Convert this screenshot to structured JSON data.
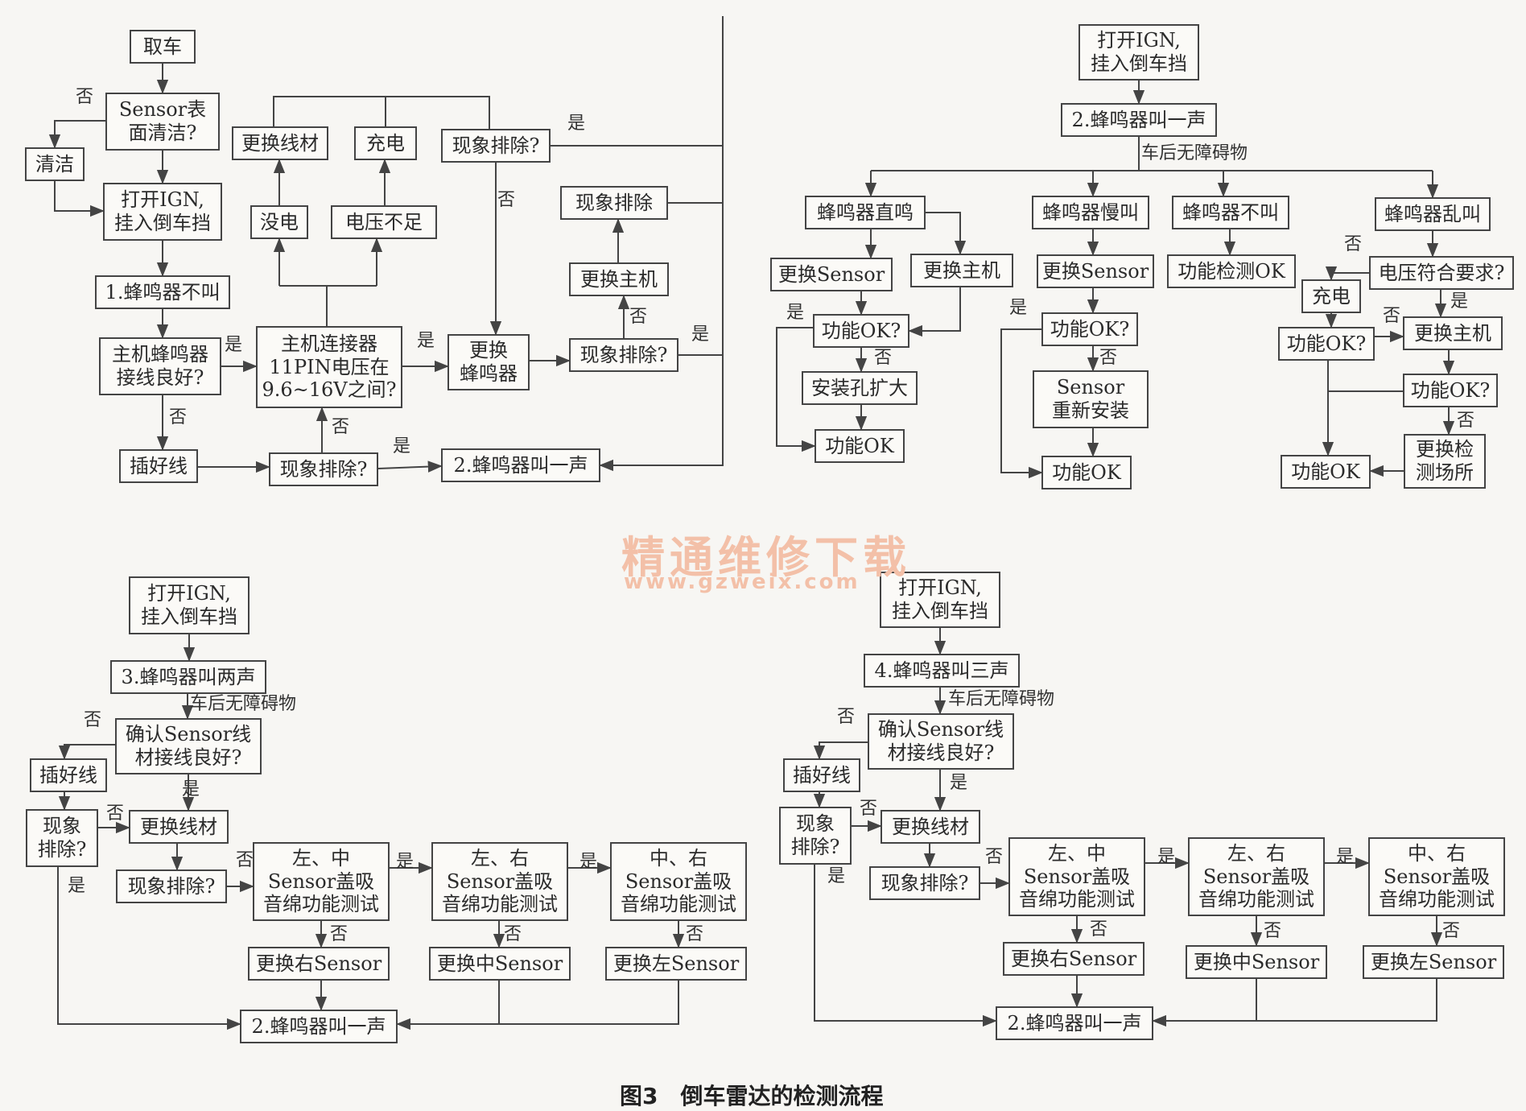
{
  "figure": {
    "caption": "图3　倒车雷达的检测流程",
    "watermark": "精通维修下载",
    "watermark_url": "www.gzweix.com"
  },
  "nodes": {
    "a1": "取车",
    "a2": "Sensor表\n面清洁?",
    "a3": "清洁",
    "a4": "打开IGN,\n挂入倒车挡",
    "a5": "1.蜂鸣器不叫",
    "a6": "主机蜂鸣器\n接线良好?",
    "a7": "插好线",
    "a8": "现象排除?",
    "a9": "2.蜂鸣器叫一声",
    "a10": "主机连接器\n11PIN电压在\n9.6~16V之间?",
    "a11": "没电",
    "a12": "电压不足",
    "a13": "更换线材",
    "a14": "充电",
    "a15": "现象排除?",
    "a16": "更换\n蜂鸣器",
    "a17": "现象排除?",
    "a18": "更换主机",
    "a19": "现象排除",
    "b1": "打开IGN,\n挂入倒车挡",
    "b2": "2.蜂鸣器叫一声",
    "b3": "蜂鸣器直鸣",
    "b4": "蜂鸣器慢叫",
    "b5": "蜂鸣器不叫",
    "b6": "蜂鸣器乱叫",
    "b7": "更换Sensor",
    "b8": "更换主机",
    "b9": "功能OK?",
    "b10": "安装孔扩大",
    "b11": "功能OK",
    "b12": "更换Sensor",
    "b13": "功能OK?",
    "b14": "Sensor\n重新安装",
    "b15": "功能OK",
    "b16": "功能检测OK",
    "b17": "电压符合要求?",
    "b18": "充电",
    "b19": "功能OK?",
    "b20": "更换主机",
    "b21": "功能OK?",
    "b22": "功能OK",
    "b23": "更换检\n测场所",
    "c1": "打开IGN,\n挂入倒车挡",
    "c2": "3.蜂鸣器叫两声",
    "c3": "确认Sensor线\n材接线良好?",
    "c4": "插好线",
    "c5": "现象\n排除?",
    "c6": "更换线材",
    "c7": "现象排除?",
    "c8": "左、中\nSensor盖吸\n音绵功能测试",
    "c9": "左、右\nSensor盖吸\n音绵功能测试",
    "c10": "中、右\nSensor盖吸\n音绵功能测试",
    "c11": "更换右Sensor",
    "c12": "更换中Sensor",
    "c13": "更换左Sensor",
    "c14": "2.蜂鸣器叫一声",
    "d1": "打开IGN,\n挂入倒车挡",
    "d2": "4.蜂鸣器叫三声",
    "d3": "确认Sensor线\n材接线良好?",
    "d4": "插好线",
    "d5": "现象\n排除?",
    "d6": "更换线材",
    "d7": "现象排除?",
    "d8": "左、中\nSensor盖吸\n音绵功能测试",
    "d9": "左、右\nSensor盖吸\n音绵功能测试",
    "d10": "中、右\nSensor盖吸\n音绵功能测试",
    "d11": "更换右Sensor",
    "d12": "更换中Sensor",
    "d13": "更换左Sensor",
    "d14": "2.蜂鸣器叫一声"
  },
  "edge_labels": {
    "yes": "是",
    "no": "否",
    "no_obstacle": "车后无障碍物"
  }
}
